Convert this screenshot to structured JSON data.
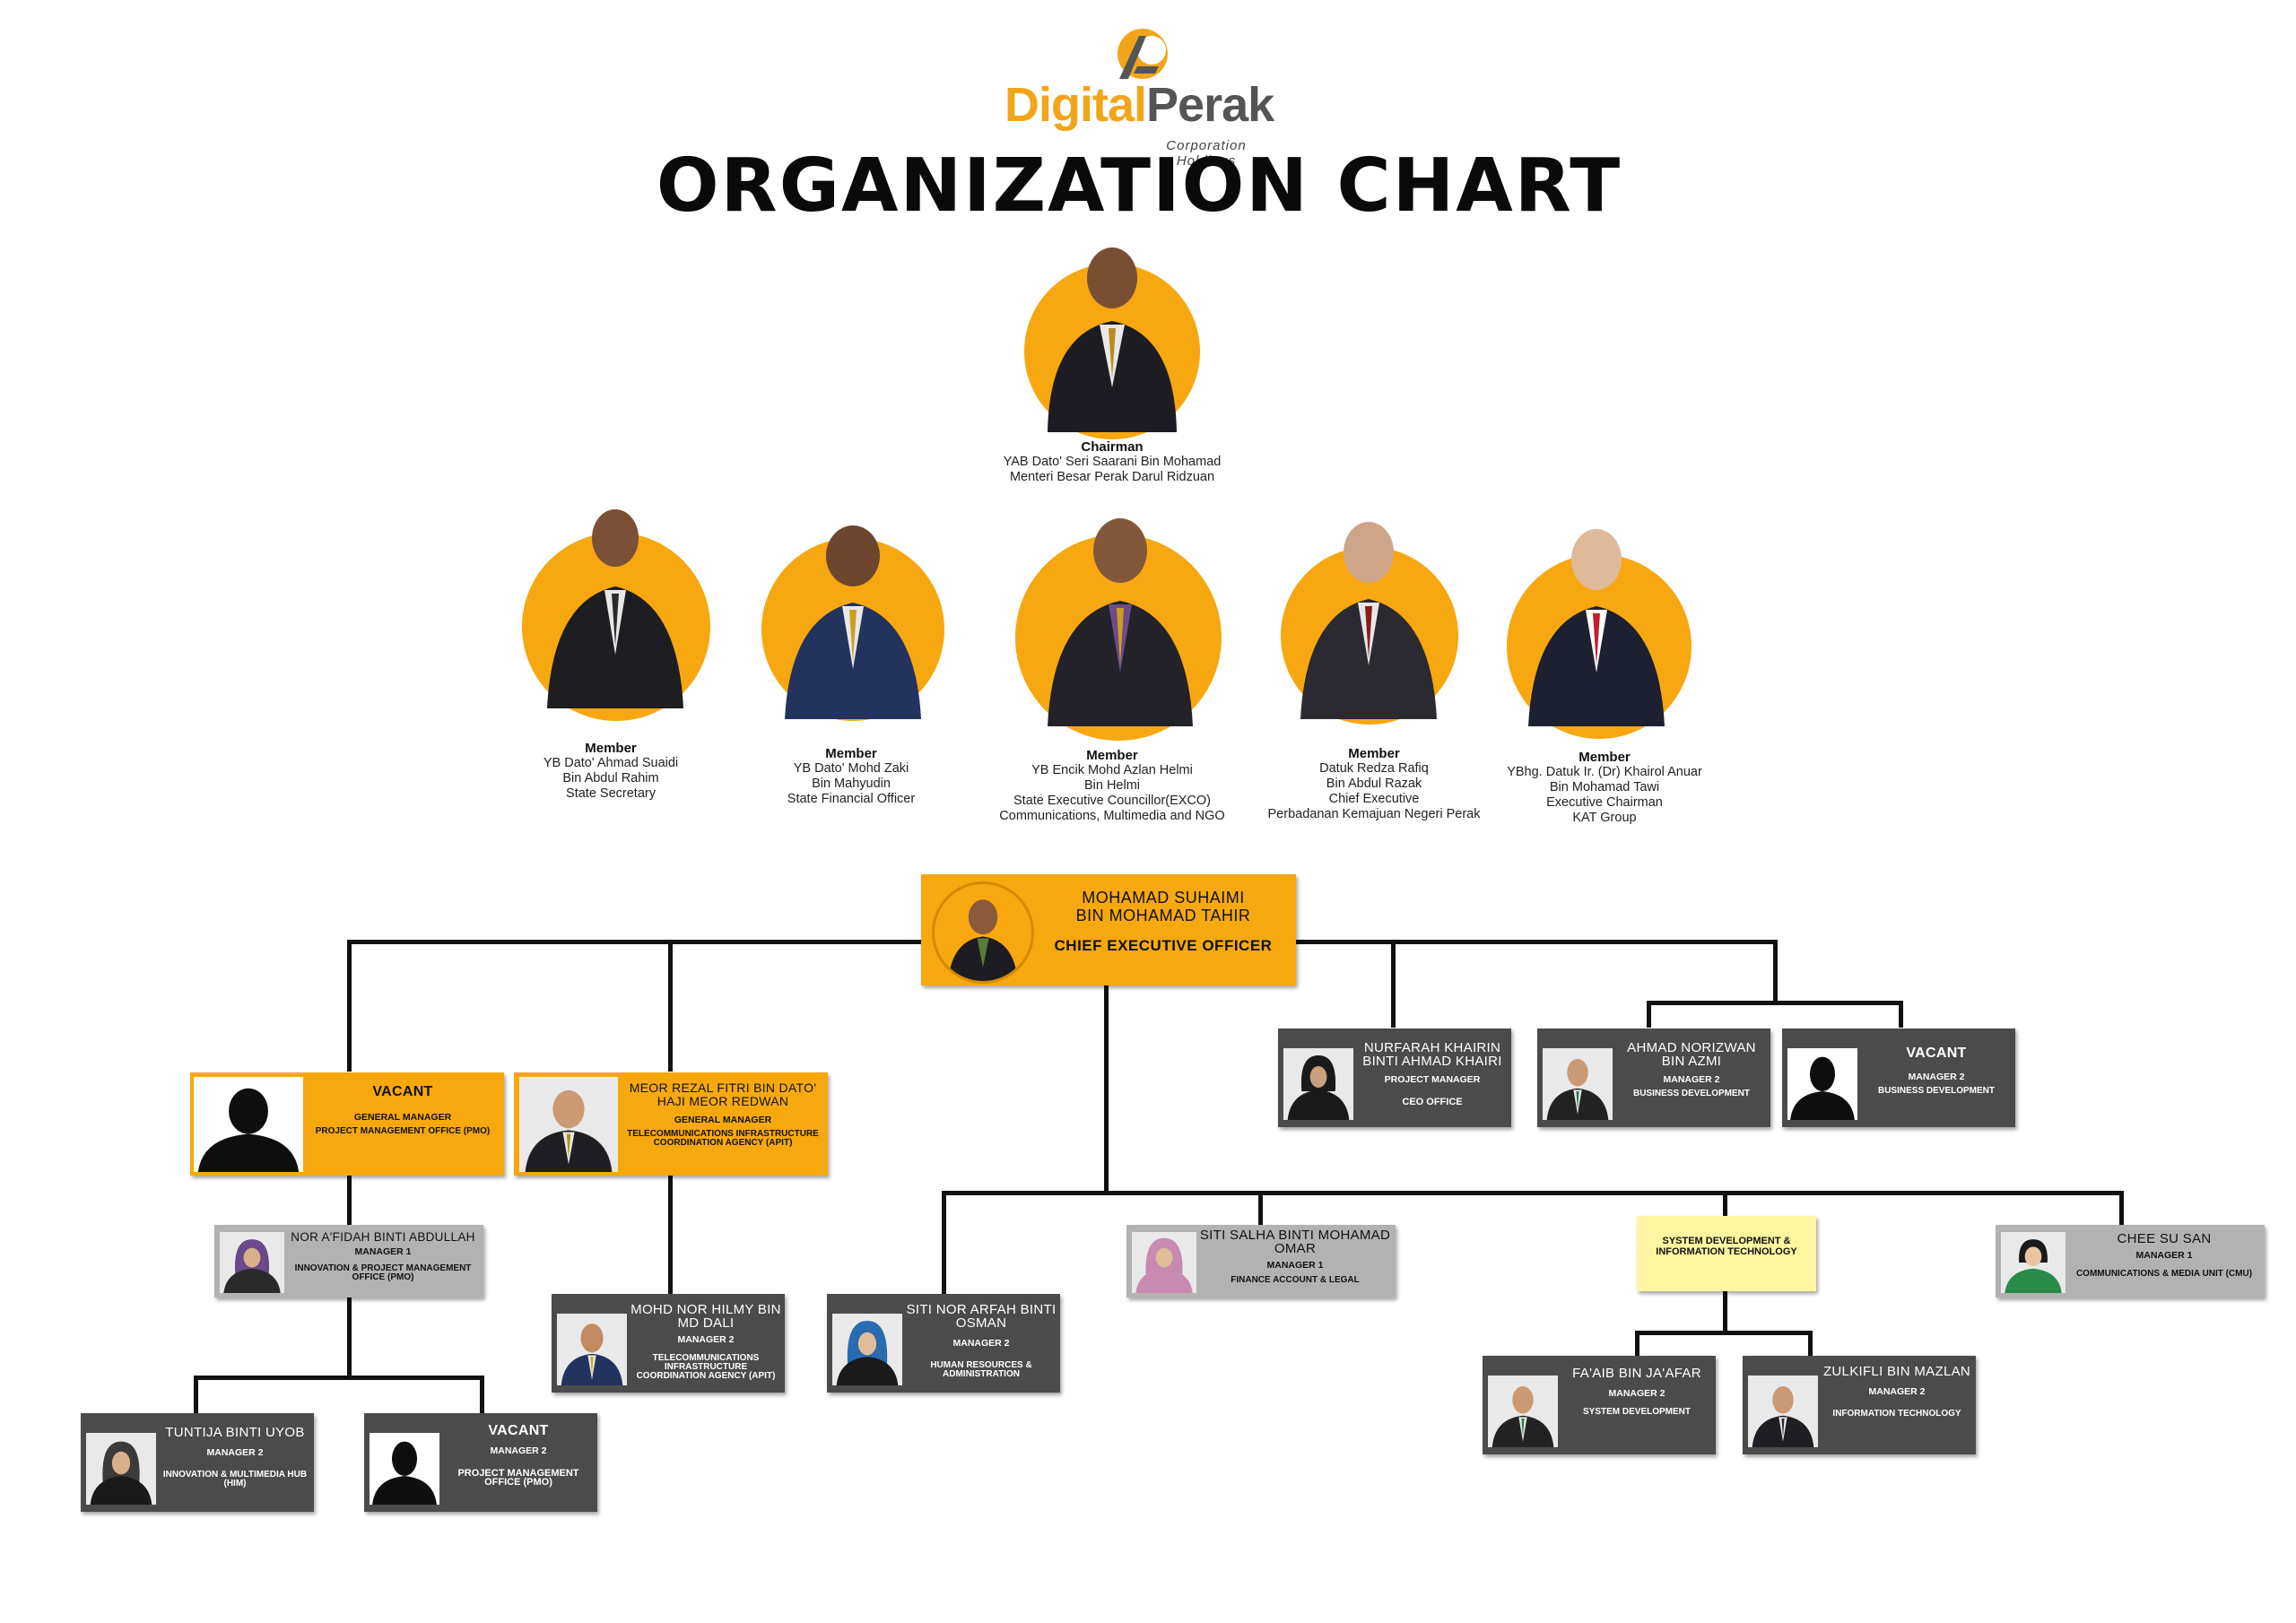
{
  "header": {
    "logo_part1": "Digital",
    "logo_part2": "Perak",
    "logo_sub": "Corporation Holdings",
    "title": "ORGANIZATION CHART"
  },
  "colors": {
    "accent": "#f7a80f",
    "dark_box": "#4b4b4b",
    "grey_box": "#b2b2b2",
    "highlight_box": "#fdf6a0"
  },
  "board": {
    "chairman": {
      "role": "Chairman",
      "lines": [
        "YAB Dato' Seri Saarani Bin Mohamad",
        "Menteri Besar Perak Darul Ridzuan"
      ]
    },
    "members": [
      {
        "role": "Member",
        "lines": [
          "YB Dato' Ahmad Suaidi",
          "Bin Abdul Rahim",
          "State Secretary"
        ]
      },
      {
        "role": "Member",
        "lines": [
          "YB Dato' Mohd Zaki",
          "Bin Mahyudin",
          "State Financial Officer"
        ]
      },
      {
        "role": "Member",
        "lines": [
          "YB Encik Mohd Azlan Helmi",
          "Bin Helmi",
          "State Executive Councillor(EXCO)",
          "Communications, Multimedia and NGO"
        ]
      },
      {
        "role": "Member",
        "lines": [
          "Datuk Redza Rafiq",
          "Bin Abdul Razak",
          "Chief Executive",
          "Perbadanan Kemajuan Negeri Perak"
        ]
      },
      {
        "role": "Member",
        "lines": [
          "YBhg. Datuk Ir. (Dr) Khairol Anuar",
          "Bin Mohamad Tawi",
          "Executive Chairman",
          "KAT Group"
        ]
      }
    ]
  },
  "ceo": {
    "name1": "MOHAMAD SUHAIMI",
    "name2": "BIN MOHAMAD TAHIR",
    "role": "CHIEF EXECUTIVE OFFICER"
  },
  "staff": {
    "gm_pmo": {
      "name": "VACANT",
      "role": "GENERAL MANAGER",
      "dept": "PROJECT MANAGEMENT OFFICE (PMO)"
    },
    "gm_apit": {
      "name": "MEOR REZAL FITRI BIN DATO' HAJI MEOR REDWAN",
      "role": "GENERAL MANAGER",
      "dept": "TELECOMMUNICATIONS INFRASTRUCTURE COORDINATION AGENCY (APIT)"
    },
    "nurfarah": {
      "name": "NURFARAH KHAIRIN BINTI AHMAD KHAIRI",
      "role": "PROJECT MANAGER",
      "dept": "CEO OFFICE"
    },
    "norizwan": {
      "name": "AHMAD NORIZWAN BIN AZMI",
      "role": "MANAGER 2",
      "dept": "BUSINESS DEVELOPMENT"
    },
    "vacant_bd": {
      "name": "VACANT",
      "role": "MANAGER 2",
      "dept": "BUSINESS DEVELOPMENT"
    },
    "norafidah": {
      "name": "NOR A'FIDAH BINTI ABDULLAH",
      "role": "MANAGER 1",
      "dept": "INNOVATION & PROJECT MANAGEMENT OFFICE (PMO)"
    },
    "hilmy": {
      "name": "MOHD NOR HILMY BIN MD DALI",
      "role": "MANAGER 2",
      "dept": "TELECOMMUNICATIONS INFRASTRUCTURE COORDINATION AGENCY (APIT)"
    },
    "arfah": {
      "name": "SITI NOR ARFAH BINTI OSMAN",
      "role": "MANAGER 2",
      "dept": "HUMAN RESOURCES & ADMINISTRATION"
    },
    "salha": {
      "name": "SITI SALHA BINTI MOHAMAD OMAR",
      "role": "MANAGER 1",
      "dept": "FINANCE ACCOUNT & LEGAL"
    },
    "sysdev": {
      "label": "SYSTEM DEVELOPMENT & INFORMATION TECHNOLOGY"
    },
    "chee": {
      "name": "CHEE SU SAN",
      "role": "MANAGER 1",
      "dept": "COMMUNICATIONS & MEDIA UNIT (CMU)"
    },
    "tuntija": {
      "name": "TUNTIJA BINTI UYOB",
      "role": "MANAGER 2",
      "dept": "INNOVATION & MULTIMEDIA HUB (HIM)"
    },
    "vacant_pmo": {
      "name": "VACANT",
      "role": "MANAGER 2",
      "dept": "PROJECT MANAGEMENT OFFICE (PMO)"
    },
    "faaib": {
      "name": "FA'AIB BIN JA'AFAR",
      "role": "MANAGER 2",
      "dept": "SYSTEM DEVELOPMENT"
    },
    "zulkifli": {
      "name": "ZULKIFLI BIN MAZLAN",
      "role": "MANAGER 2",
      "dept": "INFORMATION TECHNOLOGY"
    }
  }
}
